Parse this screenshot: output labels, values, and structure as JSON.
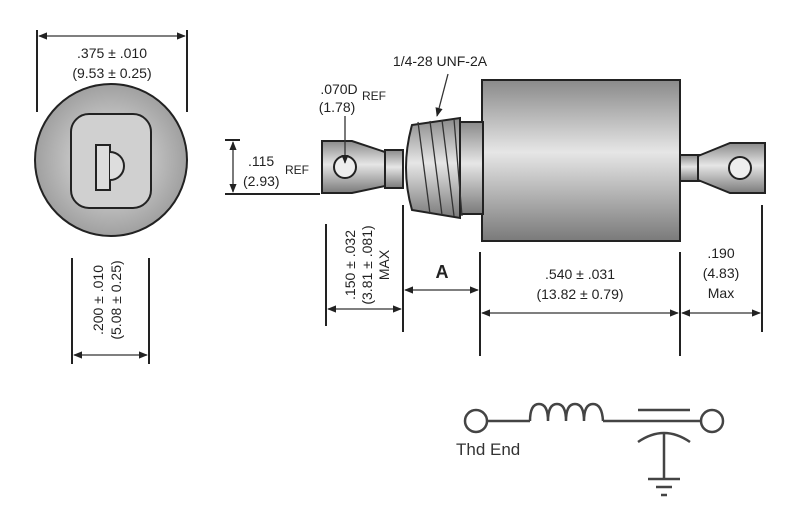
{
  "end_view": {
    "outer_dia": ".375 ± .010",
    "outer_dia_mm": "(9.53 ± 0.25)",
    "tab_width": ".200 ± .010",
    "tab_width_mm": "(5.08 ± 0.25)"
  },
  "side_view": {
    "hole_dia": ".070D",
    "hole_dia_mm": "(1.78)",
    "hole_ref": "REF",
    "thread": "1/4-28 UNF-2A",
    "tab_height": ".115",
    "tab_height_mm": "(2.93)",
    "tab_ref": "REF",
    "tab_length": ".150 ± .032",
    "tab_length_mm": "(3.81 ± .081)",
    "tab_length_max": "MAX",
    "thread_length": "A",
    "body_length": ".540 ± .031",
    "body_length_mm": "(13.82 ± 0.79)",
    "right_length": ".190",
    "right_length_mm": "(4.83)",
    "right_length_max": "Max"
  },
  "schematic": {
    "label": "Thd End"
  }
}
